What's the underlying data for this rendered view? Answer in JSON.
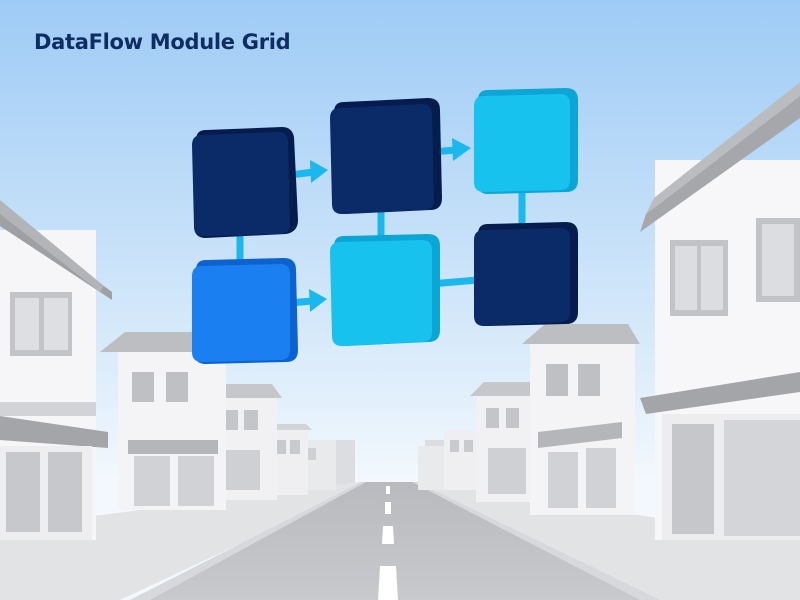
{
  "title": "DataFlow Module Grid",
  "colors": {
    "navy": "#0b2a68",
    "blue": "#1a7ff0",
    "cyan": "#17c2ee",
    "connector": "#1ab8ec",
    "sky_top": "#9ecbf6",
    "sky_bottom": "#f2f8fd"
  },
  "modules": [
    {
      "id": "m1",
      "row": 1,
      "col": 1,
      "color": "navy"
    },
    {
      "id": "m2",
      "row": 1,
      "col": 2,
      "color": "navy"
    },
    {
      "id": "m3",
      "row": 1,
      "col": 3,
      "color": "cyan"
    },
    {
      "id": "m4",
      "row": 2,
      "col": 1,
      "color": "blue"
    },
    {
      "id": "m5",
      "row": 2,
      "col": 2,
      "color": "cyan"
    },
    {
      "id": "m6",
      "row": 2,
      "col": 3,
      "color": "navy"
    }
  ],
  "connections": [
    {
      "from": "m1",
      "to": "m2",
      "type": "arrow"
    },
    {
      "from": "m2",
      "to": "m3",
      "type": "arrow"
    },
    {
      "from": "m4",
      "to": "m5",
      "type": "arrow"
    },
    {
      "from": "m1",
      "to": "m4",
      "type": "line"
    },
    {
      "from": "m2",
      "to": "m5",
      "type": "line"
    },
    {
      "from": "m3",
      "to": "m6",
      "type": "line"
    },
    {
      "from": "m5",
      "to": "m6",
      "type": "line"
    }
  ],
  "background": {
    "scene": "street-with-buildings",
    "style": "grayscale-flat"
  }
}
